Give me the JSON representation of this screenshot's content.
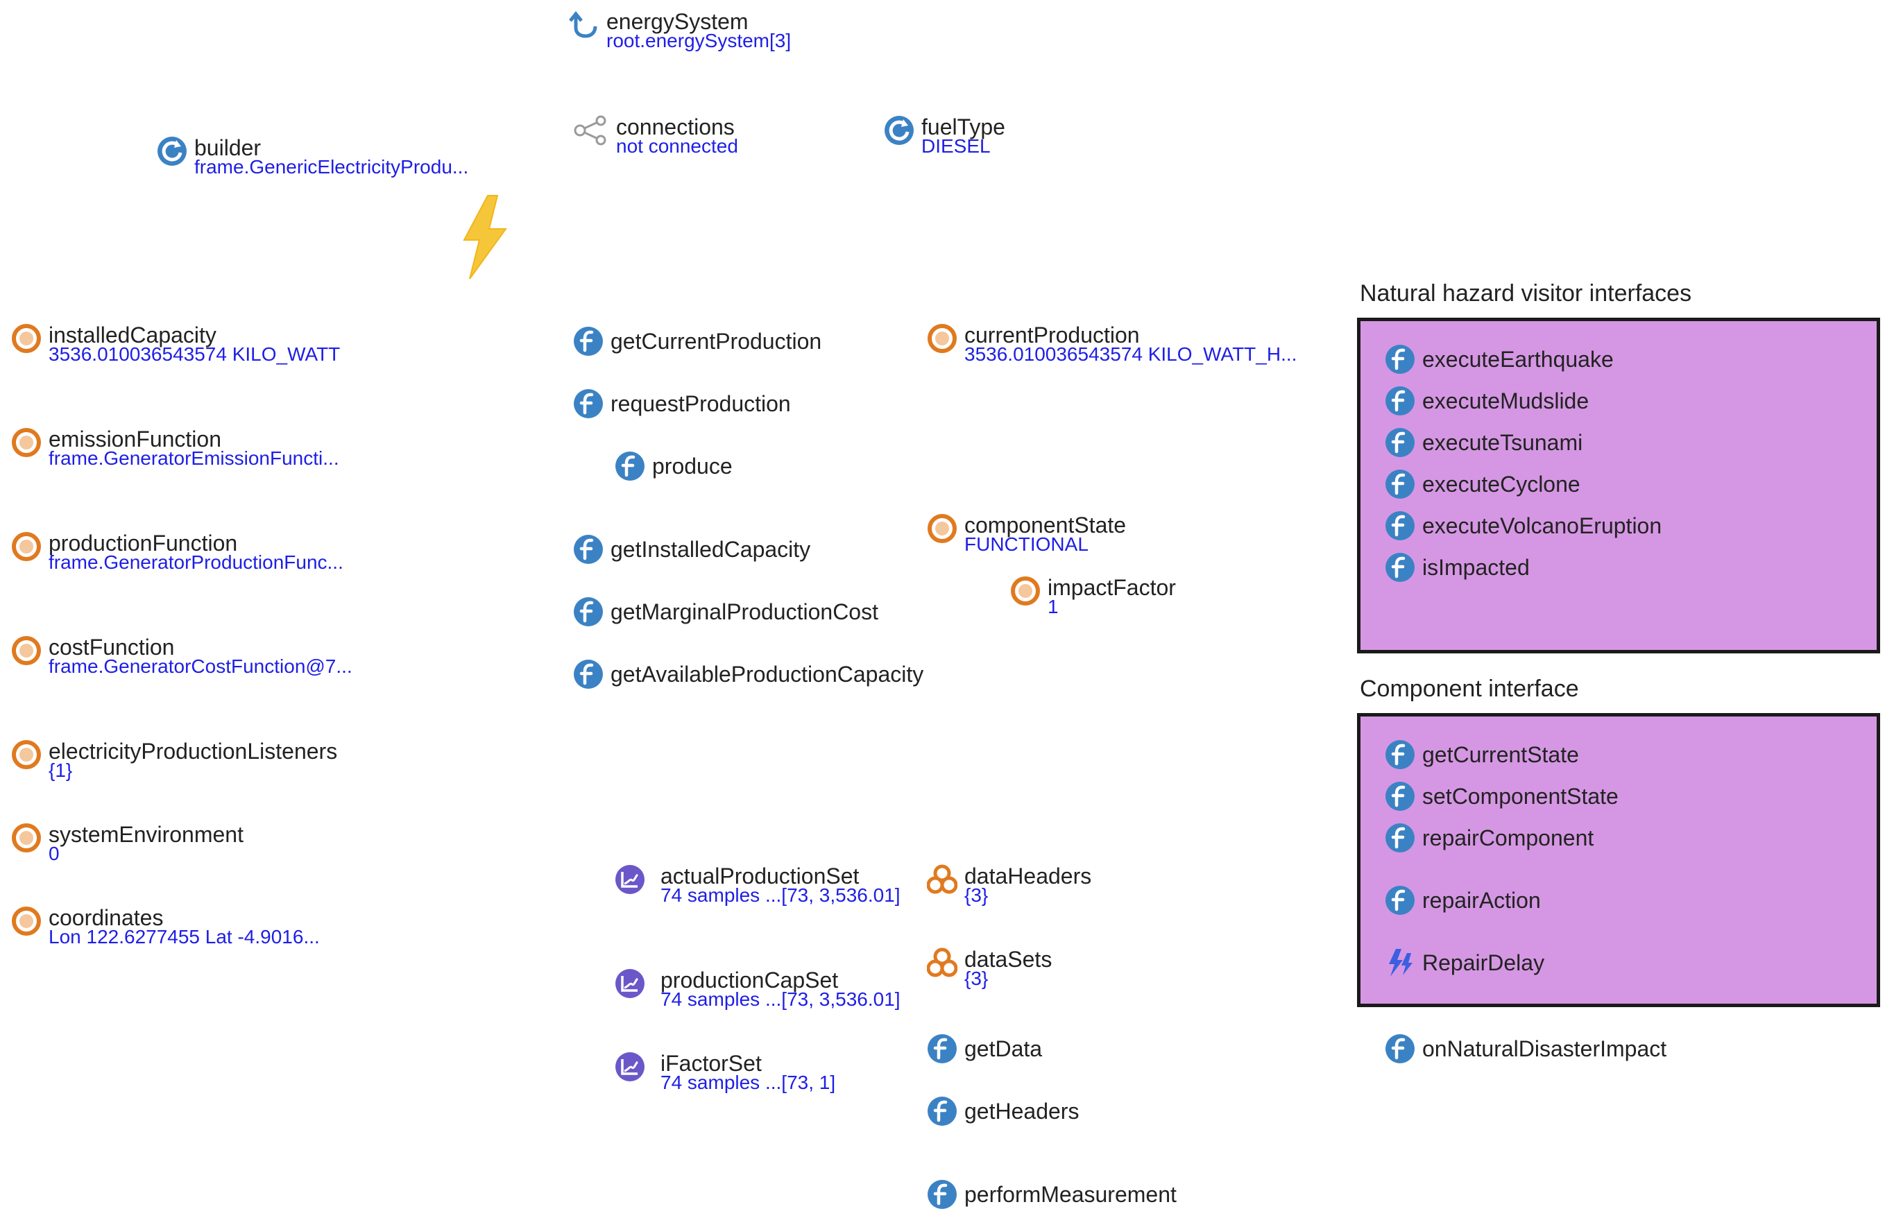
{
  "colors": {
    "box_fill": "#d597e3",
    "value_text": "#1e1ee6",
    "param_icon": "#e07a1f",
    "function_icon": "#3b82c4",
    "dataset_icon": "#6b57c9"
  },
  "header": {
    "energy_system": {
      "name": "energySystem",
      "value": "root.energySystem[3]",
      "icon": "return-arrow-icon"
    },
    "connections": {
      "name": "connections",
      "value": "not connected",
      "icon": "share-icon"
    },
    "fuel_type": {
      "name": "fuelType",
      "value": "DIESEL",
      "icon": "refresh-icon"
    },
    "builder": {
      "name": "builder",
      "value": "frame.GenericElectricityProdu...",
      "icon": "refresh-icon"
    }
  },
  "params": [
    {
      "name": "installedCapacity",
      "value": "3536.010036543574 KILO_WATT"
    },
    {
      "name": "emissionFunction",
      "value": "frame.GeneratorEmissionFuncti..."
    },
    {
      "name": "productionFunction",
      "value": "frame.GeneratorProductionFunc..."
    },
    {
      "name": "costFunction",
      "value": "frame.GeneratorCostFunction@7..."
    },
    {
      "name": "electricityProductionListeners",
      "value": "{1}"
    },
    {
      "name": "systemEnvironment",
      "value": "0"
    },
    {
      "name": "coordinates",
      "value": "Lon 122.6277455 Lat -4.9016..."
    }
  ],
  "functions_mid": [
    "getCurrentProduction",
    "requestProduction",
    "produce",
    "getInstalledCapacity",
    "getMarginalProductionCost",
    "getAvailableProductionCapacity"
  ],
  "right_params": {
    "current_production": {
      "name": "currentProduction",
      "value": "3536.010036543574 KILO_WATT_H..."
    },
    "component_state": {
      "name": "componentState",
      "value": "FUNCTIONAL"
    },
    "impact_factor": {
      "name": "impactFactor",
      "value": "1"
    }
  },
  "datasets": [
    {
      "name": "actualProductionSet",
      "value": "74 samples ...[73, 3,536.01]"
    },
    {
      "name": "productionCapSet",
      "value": "74 samples ...[73, 3,536.01]"
    },
    {
      "name": "iFactorSet",
      "value": "74 samples ...[73, 1]"
    }
  ],
  "collections": [
    {
      "name": "dataHeaders",
      "value": "{3}"
    },
    {
      "name": "dataSets",
      "value": "{3}"
    }
  ],
  "data_functions": [
    "getData",
    "getHeaders",
    "performMeasurement"
  ],
  "natural_hazard": {
    "title": "Natural hazard visitor interfaces",
    "items": [
      "executeEarthquake",
      "executeMudslide",
      "executeTsunami",
      "executeCyclone",
      "executeVolcanoEruption",
      "isImpacted"
    ]
  },
  "component_interface": {
    "title": "Component interface",
    "items": [
      "getCurrentState",
      "setComponentState",
      "repairComponent",
      "repairAction"
    ],
    "event": "RepairDelay"
  },
  "standalone_function": "onNaturalDisasterImpact"
}
